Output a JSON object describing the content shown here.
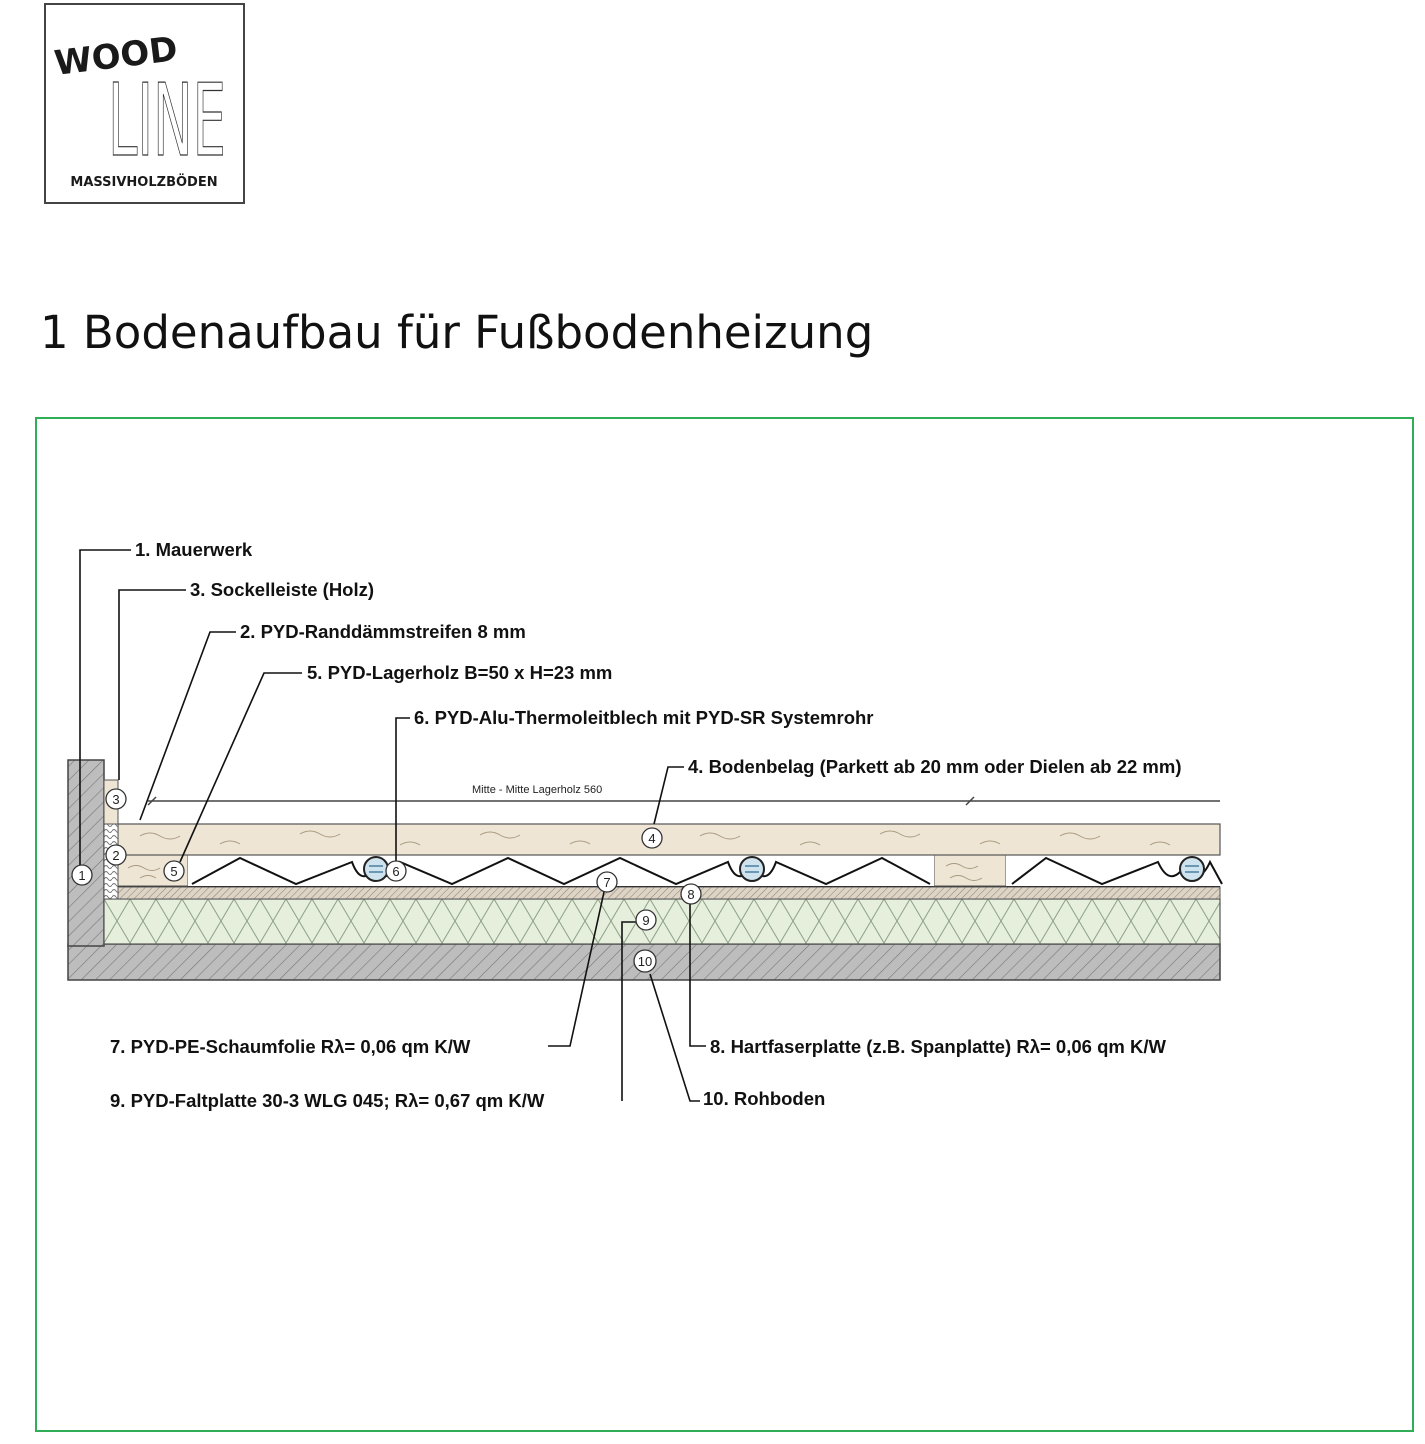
{
  "logo": {
    "word_top": "WOOD",
    "word_side": "LINE",
    "subtitle": "MASSIVHOLZBÖDEN"
  },
  "page_title": "1 Bodenaufbau für Fußbodenheizung",
  "diagram": {
    "labels": {
      "l1": "1. Mauerwerk",
      "l3": "3. Sockelleiste (Holz)",
      "l2": "2. PYD-Randdämmstreifen 8 mm",
      "l5": "5. PYD-Lagerholz B=50 x H=23 mm",
      "l6": "6. PYD-Alu-Thermoleitblech mit PYD-SR Systemrohr",
      "l4": "4. Bodenbelag (Parkett ab 20 mm oder Dielen ab 22 mm)",
      "l7": "7. PYD-PE-Schaumfolie Rλ= 0,06 qm K/W",
      "l8": "8. Hartfaserplatte (z.B. Spanplatte) Rλ= 0,06 qm K/W",
      "l9": "9. PYD-Faltplatte 30-3 WLG 045; Rλ= 0,67 qm K/W",
      "l10": "10. Rohboden"
    },
    "dimension_text": "Mitte - Mitte Lagerholz 560",
    "markers": [
      "1",
      "2",
      "3",
      "4",
      "5",
      "6",
      "7",
      "8",
      "9",
      "10"
    ],
    "colors": {
      "frame": "#2fae57",
      "wood": "#efe5d4",
      "insulation": "#e6efdc",
      "concrete": "#b9b9b9",
      "pipe": "#cfe3ee"
    }
  }
}
